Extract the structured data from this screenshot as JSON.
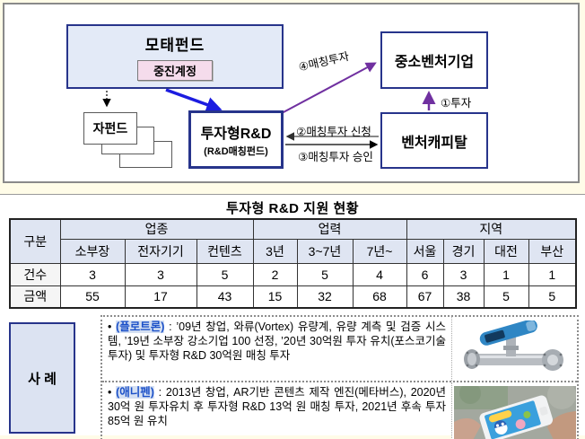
{
  "page": {
    "background": "#FFFCE8"
  },
  "diagram": {
    "boxes": {
      "mother_fund": {
        "label": "모태펀드",
        "account": "중진계정"
      },
      "child_fund": {
        "label": "자펀드"
      },
      "investment_rnd": {
        "label": "투자형R&D",
        "sublabel": "(R&D매칭펀드)"
      },
      "sme_venture": {
        "label": "중소벤처기업"
      },
      "venture_capital": {
        "label": "벤처캐피탈"
      }
    },
    "arrow_labels": {
      "matching_invest": "④매칭투자",
      "invest": "①투자",
      "matching_apply": "②매칭투자 신청",
      "matching_approve": "③매칭투자 승인"
    },
    "colors": {
      "navy_border": "#27348B",
      "blue_arrow": "#1C1CE0",
      "purple_arrow": "#7030A0",
      "mother_fill": "#E3EAF7",
      "account_fill": "#F5DCEC"
    }
  },
  "table": {
    "title": "투자형 R&D 지원 현황",
    "corner": "구분",
    "groups": [
      {
        "label": "업종",
        "cols": [
          "소부장",
          "전자기기",
          "컨텐츠"
        ]
      },
      {
        "label": "업력",
        "cols": [
          "3년",
          "3~7년",
          "7년~"
        ]
      },
      {
        "label": "지역",
        "cols": [
          "서울",
          "경기",
          "대전",
          "부산"
        ]
      }
    ],
    "rows": [
      {
        "label": "건수",
        "values": [
          3,
          3,
          5,
          2,
          5,
          4,
          6,
          3,
          1,
          1
        ]
      },
      {
        "label": "금액",
        "values": [
          55,
          17,
          43,
          15,
          32,
          68,
          67,
          38,
          5,
          5
        ]
      }
    ],
    "header_fill": "#DFE5F2"
  },
  "cases": {
    "label": "사 례",
    "items": [
      {
        "bullet": "•",
        "name": "(플로트론)",
        "sep": " : ",
        "text": "’09년 창업, 와류(Vortex) 유량계, 유량 계측 및 검증 시스템, ’19년 소부장 강소기업 100 선정, ’20년 30억원 투자 유치(포스코기술투자) 및 투자형 R&D 30억원 매칭 투자",
        "image": "vortex-flowmeter-photo"
      },
      {
        "bullet": "•",
        "name": "(애니펜)",
        "sep": " : ",
        "text": "2013년 창업, AR기반 콘텐츠 제작 엔진(메타버스), 2020년 30억 원 투자유치 후 투자형 R&D 13억 원 매칭 투자, 2021년 후속 투자 85억 원 유치",
        "image": "pororo-app-photo"
      }
    ],
    "highlight_bg": "#D5E0F2",
    "highlight_color": "#1B50C8"
  }
}
